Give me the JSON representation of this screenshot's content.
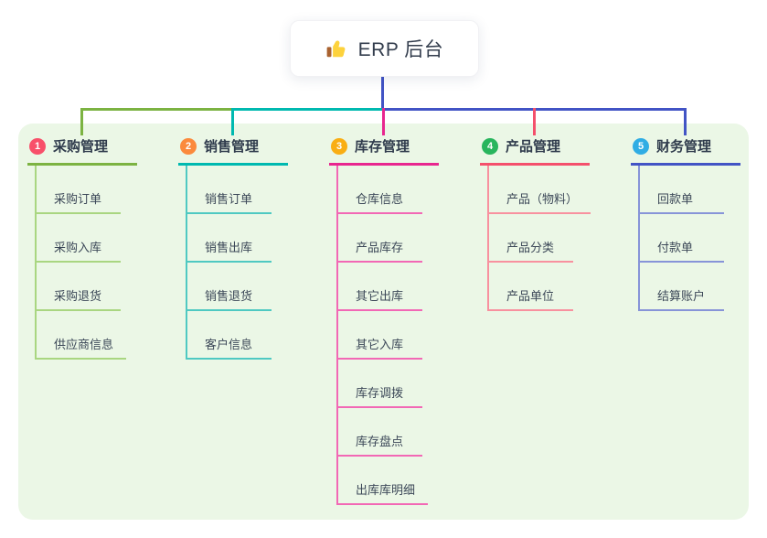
{
  "root": {
    "label": "ERP 后台",
    "icon": "thumbs-up-icon"
  },
  "connector_color": "#4254c5",
  "panel_bg": "#ebf7e6",
  "branches": [
    {
      "num": "1",
      "label": "采购管理",
      "badge_color": "#f8506a",
      "line_color": "#7cb342",
      "child_line_color": "#a9d681",
      "children": [
        "采购订单",
        "采购入库",
        "采购退货",
        "供应商信息"
      ]
    },
    {
      "num": "2",
      "label": "销售管理",
      "badge_color": "#fb8a3c",
      "line_color": "#00b9b0",
      "child_line_color": "#4fc9c2",
      "children": [
        "销售订单",
        "销售出库",
        "销售退货",
        "客户信息"
      ]
    },
    {
      "num": "3",
      "label": "库存管理",
      "badge_color": "#f9ae13",
      "line_color": "#e8268f",
      "child_line_color": "#f268b5",
      "children": [
        "仓库信息",
        "产品库存",
        "其它出库",
        "其它入库",
        "库存调拨",
        "库存盘点",
        "出库库明细"
      ]
    },
    {
      "num": "4",
      "label": "产品管理",
      "badge_color": "#28b55d",
      "line_color": "#f4506c",
      "child_line_color": "#f8919f",
      "children": [
        "产品（物料）",
        "产品分类",
        "产品单位"
      ]
    },
    {
      "num": "5",
      "label": "财务管理",
      "badge_color": "#30ade4",
      "line_color": "#4254c5",
      "child_line_color": "#8794d8",
      "children": [
        "回款单",
        "付款单",
        "结算账户"
      ]
    }
  ]
}
